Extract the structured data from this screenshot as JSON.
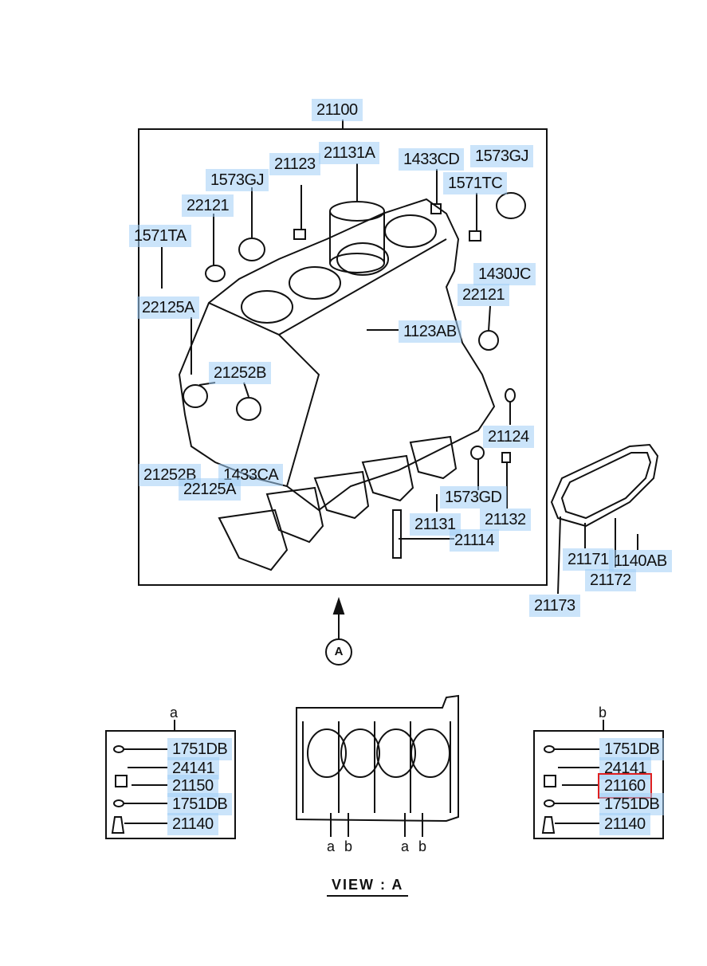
{
  "main_labels": [
    {
      "id": "21100",
      "text": "21100"
    },
    {
      "id": "21131A",
      "text": "21131A"
    },
    {
      "id": "21123",
      "text": "21123"
    },
    {
      "id": "1433CD",
      "text": "1433CD"
    },
    {
      "id": "1573GJ-right",
      "text": "1573GJ"
    },
    {
      "id": "1573GJ-left",
      "text": "1573GJ"
    },
    {
      "id": "1571TC",
      "text": "1571TC"
    },
    {
      "id": "22121-top",
      "text": "22121"
    },
    {
      "id": "1571TA",
      "text": "1571TA"
    },
    {
      "id": "1430JC",
      "text": "1430JC"
    },
    {
      "id": "22125A-top",
      "text": "22125A"
    },
    {
      "id": "22121-right",
      "text": "22121"
    },
    {
      "id": "1123AB",
      "text": "1123AB"
    },
    {
      "id": "21252B-top",
      "text": "21252B"
    },
    {
      "id": "21124",
      "text": "21124"
    },
    {
      "id": "21252B-bottom",
      "text": "21252B"
    },
    {
      "id": "1433CA",
      "text": "1433CA"
    },
    {
      "id": "22125A-bottom",
      "text": "22125A"
    },
    {
      "id": "1573GD",
      "text": "1573GD"
    },
    {
      "id": "21131",
      "text": "21131"
    },
    {
      "id": "21132",
      "text": "21132"
    },
    {
      "id": "21114",
      "text": "21114"
    },
    {
      "id": "21171",
      "text": "21171"
    },
    {
      "id": "1140AB",
      "text": "1140AB"
    },
    {
      "id": "21172",
      "text": "21172"
    },
    {
      "id": "21173",
      "text": "21173"
    }
  ],
  "arrow_marker": "A",
  "detail_a": {
    "title": "a",
    "items": [
      "1751DB",
      "24141",
      "21150",
      "1751DB",
      "21140"
    ]
  },
  "detail_b": {
    "title": "b",
    "items": [
      "1751DB",
      "24141",
      "21160",
      "1751DB",
      "21140"
    ],
    "selected_index": 2
  },
  "view_markers": [
    "a",
    "b",
    "a",
    "b"
  ],
  "view_caption": "VIEW  :  A",
  "colors": {
    "label_highlight": "#a0cdf5",
    "selection": "#e02020",
    "ink": "#111111"
  }
}
